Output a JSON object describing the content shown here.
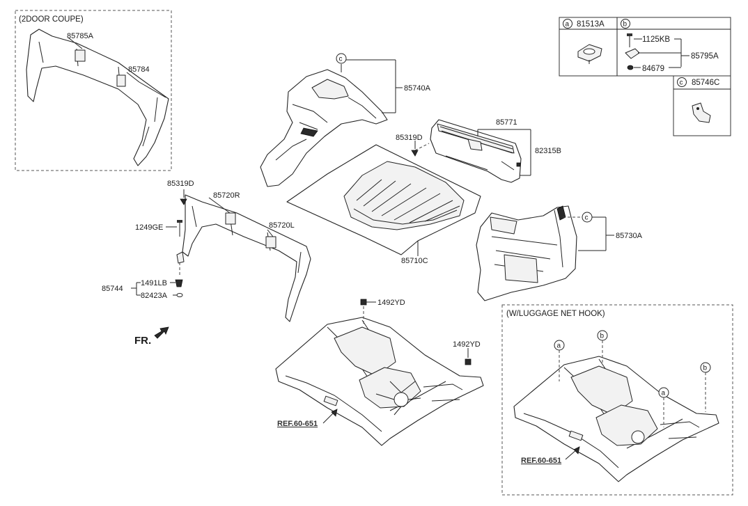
{
  "boxes": {
    "coupe_title": "(2DOOR COUPE)",
    "luggage_title": "(W/LUGGAGE NET HOOK)"
  },
  "labels": {
    "p85785A": "85785A",
    "p85784": "85784",
    "p85740A": "85740A",
    "p85771": "85771",
    "p85319D_a": "85319D",
    "p82315B": "82315B",
    "p85319D_b": "85319D",
    "p85720R": "85720R",
    "p85720L": "85720L",
    "p1249GE": "1249GE",
    "p85744": "85744",
    "p1491LB": "1491LB",
    "p82423A": "82423A",
    "p85710C": "85710C",
    "p85730A": "85730A",
    "p1492YD_a": "1492YD",
    "p1492YD_b": "1492YD"
  },
  "legend": {
    "a_letter": "a",
    "a_part": "81513A",
    "b_letter": "b",
    "b_part1": "1125KB",
    "b_part2": "85795A",
    "b_part3": "84679",
    "c_letter": "c",
    "c_part": "85746C"
  },
  "callouts": {
    "c": "c",
    "a": "a",
    "b": "b"
  },
  "fr_label": "FR.",
  "ref_main": "REF.60-651",
  "ref_luggage": "REF.60-651"
}
